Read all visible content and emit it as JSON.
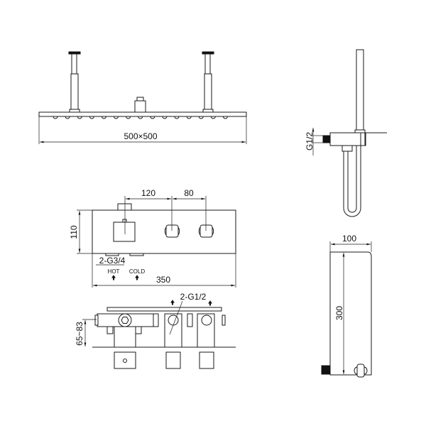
{
  "title": "Thermostatic shower system dimension drawing",
  "labels": {
    "overhead_size": "500×500",
    "side_inlet": "G1/2",
    "spacing_1": "120",
    "spacing_2": "80",
    "height": "110",
    "inlets": "2-G3/4",
    "hot": "HOT",
    "cold": "COLD",
    "width": "350",
    "outlets": "2-G1/2",
    "depth_range": "65~83",
    "handshower_width": "100",
    "handshower_height": "300"
  },
  "colors": {
    "line": "#1a1a1a",
    "background": "#ffffff"
  }
}
